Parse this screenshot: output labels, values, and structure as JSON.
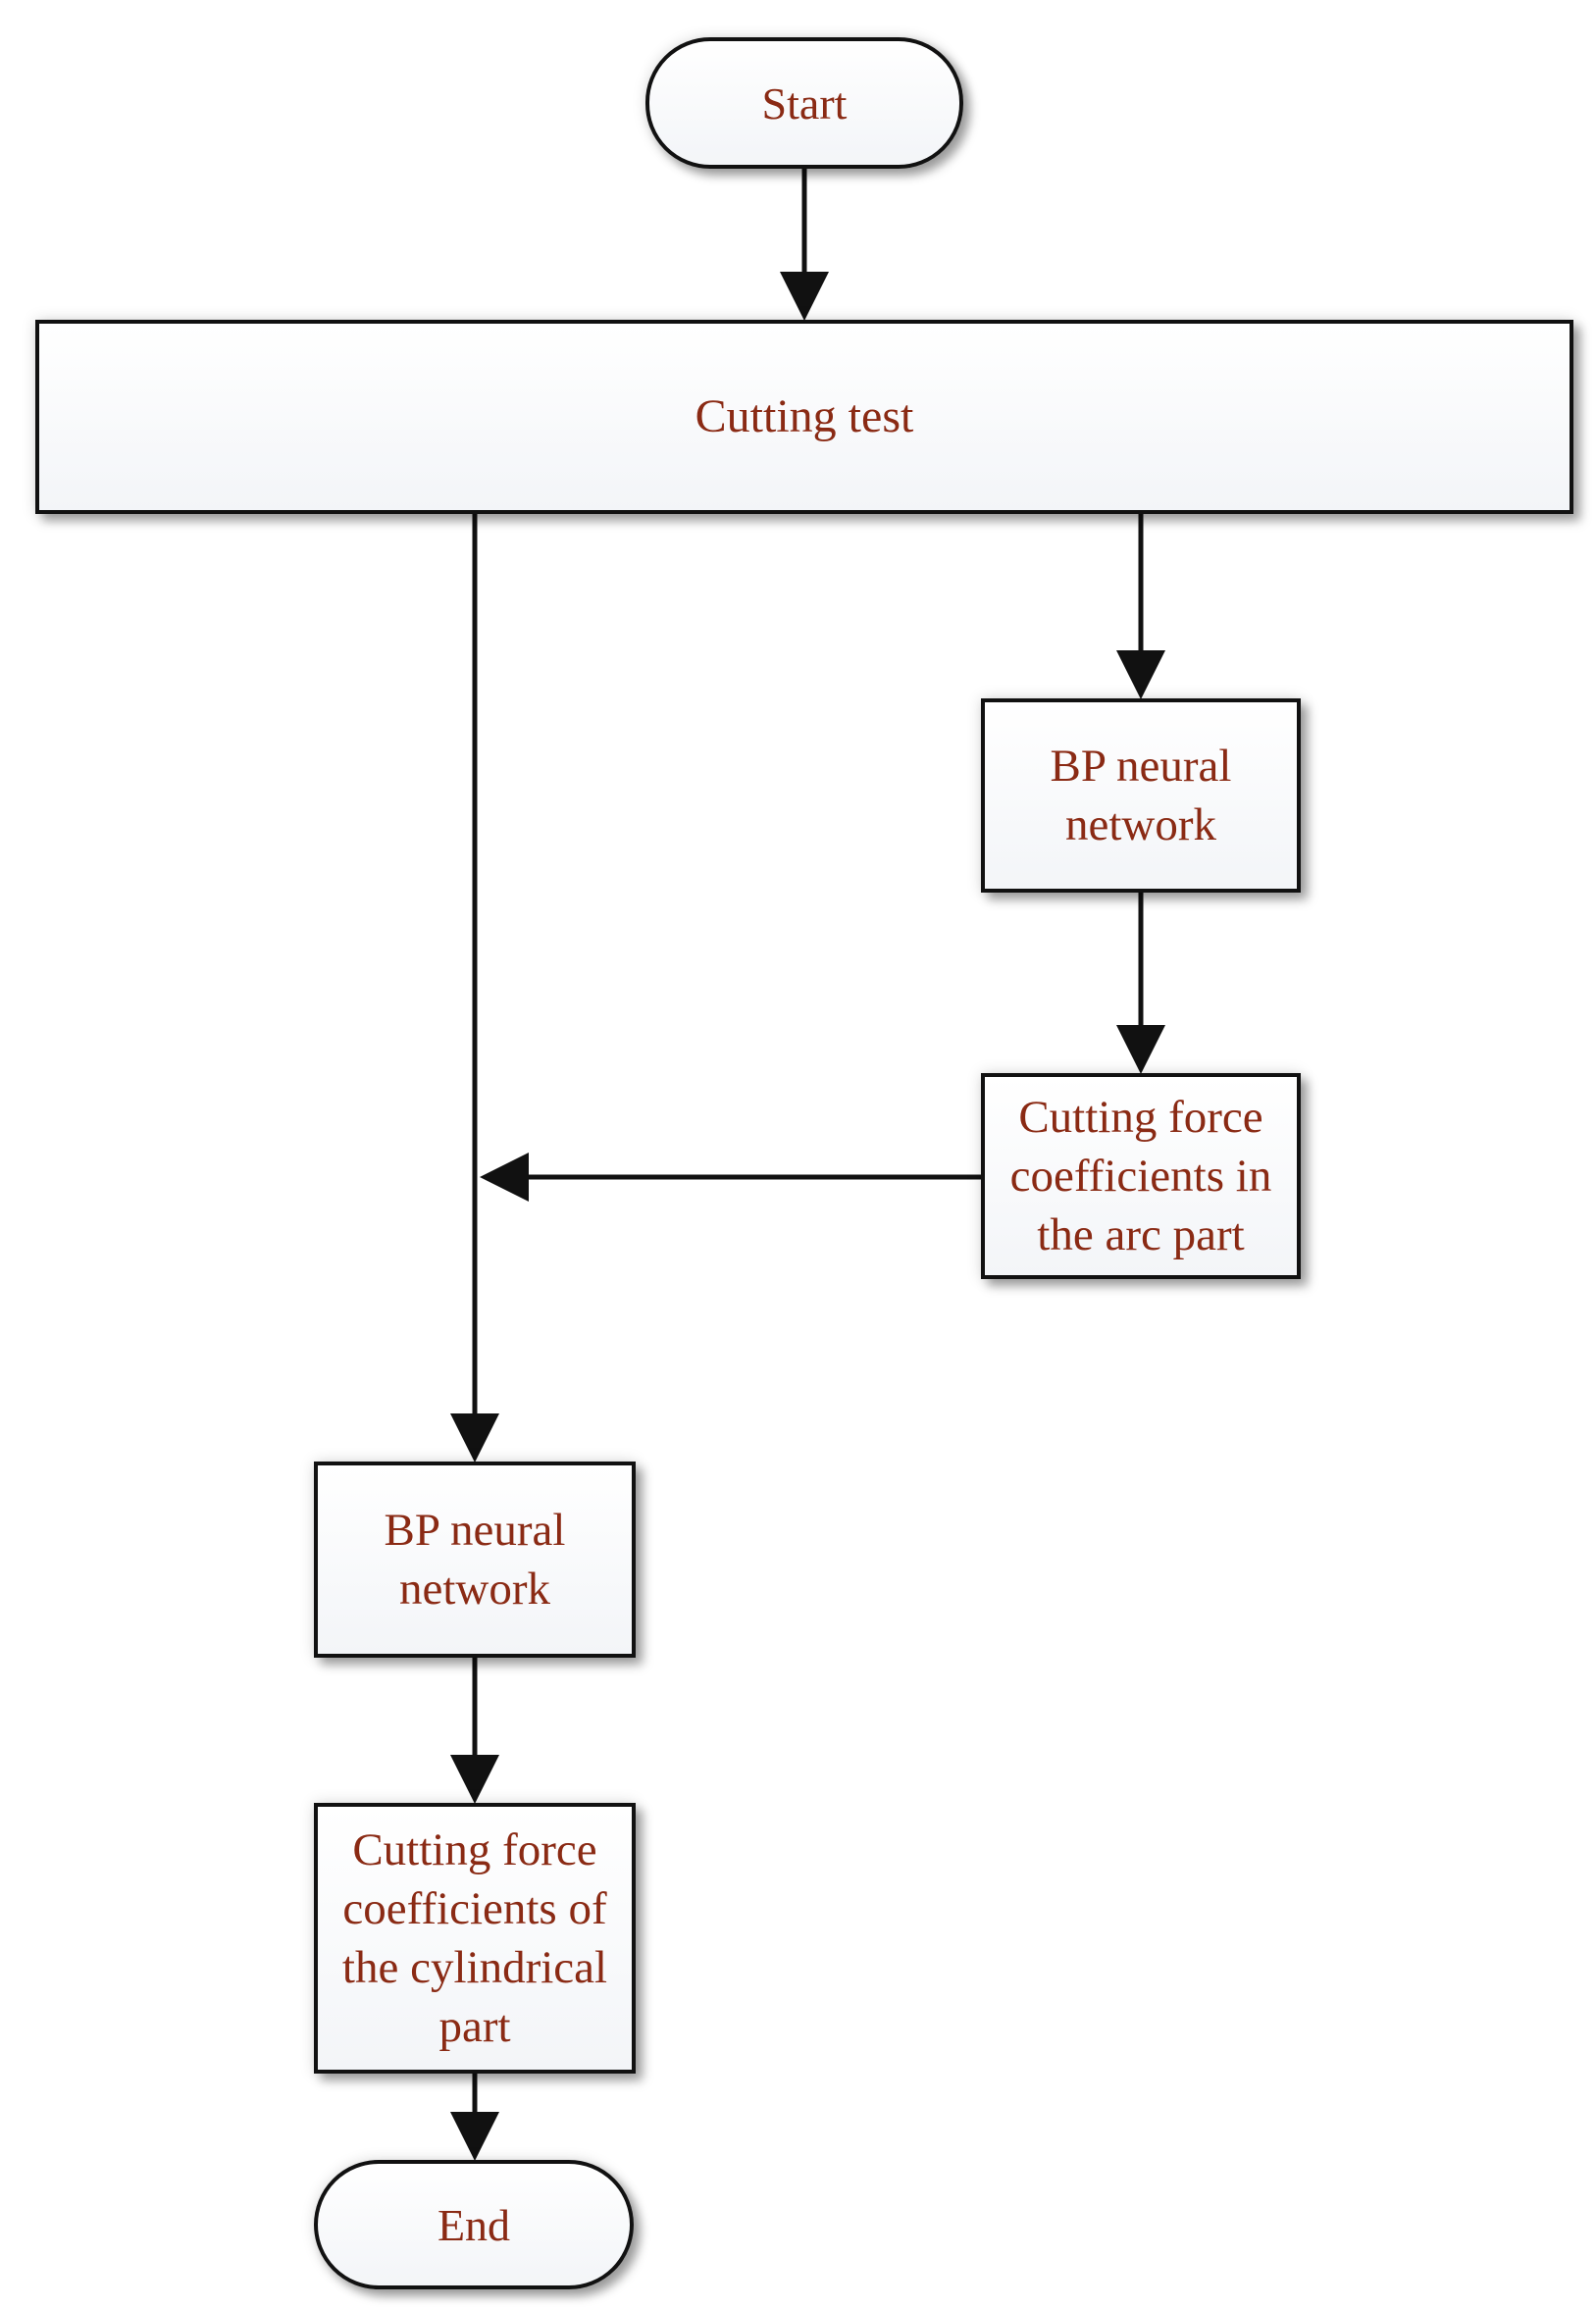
{
  "diagram": {
    "nodes": [
      {
        "id": "start",
        "type": "terminal",
        "label": "Start"
      },
      {
        "id": "cutting-test",
        "type": "process",
        "label": "Cutting test"
      },
      {
        "id": "bp-arc",
        "type": "process",
        "label": "BP neural\nnetwork"
      },
      {
        "id": "coef-arc",
        "type": "process",
        "label": "Cutting force\ncoefficients in\nthe arc part"
      },
      {
        "id": "bp-cyl",
        "type": "process",
        "label": "BP neural\nnetwork"
      },
      {
        "id": "coef-cyl",
        "type": "process",
        "label": "Cutting force\ncoefficients of\nthe cylindrical\npart"
      },
      {
        "id": "end",
        "type": "terminal",
        "label": "End"
      }
    ],
    "edges": [
      {
        "from": "start",
        "to": "cutting-test"
      },
      {
        "from": "cutting-test",
        "to": "bp-arc"
      },
      {
        "from": "bp-arc",
        "to": "coef-arc"
      },
      {
        "from": "coef-arc",
        "to": "cutting-test-to-bp-cyl-line"
      },
      {
        "from": "cutting-test",
        "to": "bp-cyl"
      },
      {
        "from": "bp-cyl",
        "to": "coef-cyl"
      },
      {
        "from": "coef-cyl",
        "to": "end"
      }
    ],
    "colors": {
      "text": "#8a2a14",
      "border": "#111111",
      "arrow": "#111111",
      "fill": "#f3f5f8"
    }
  }
}
